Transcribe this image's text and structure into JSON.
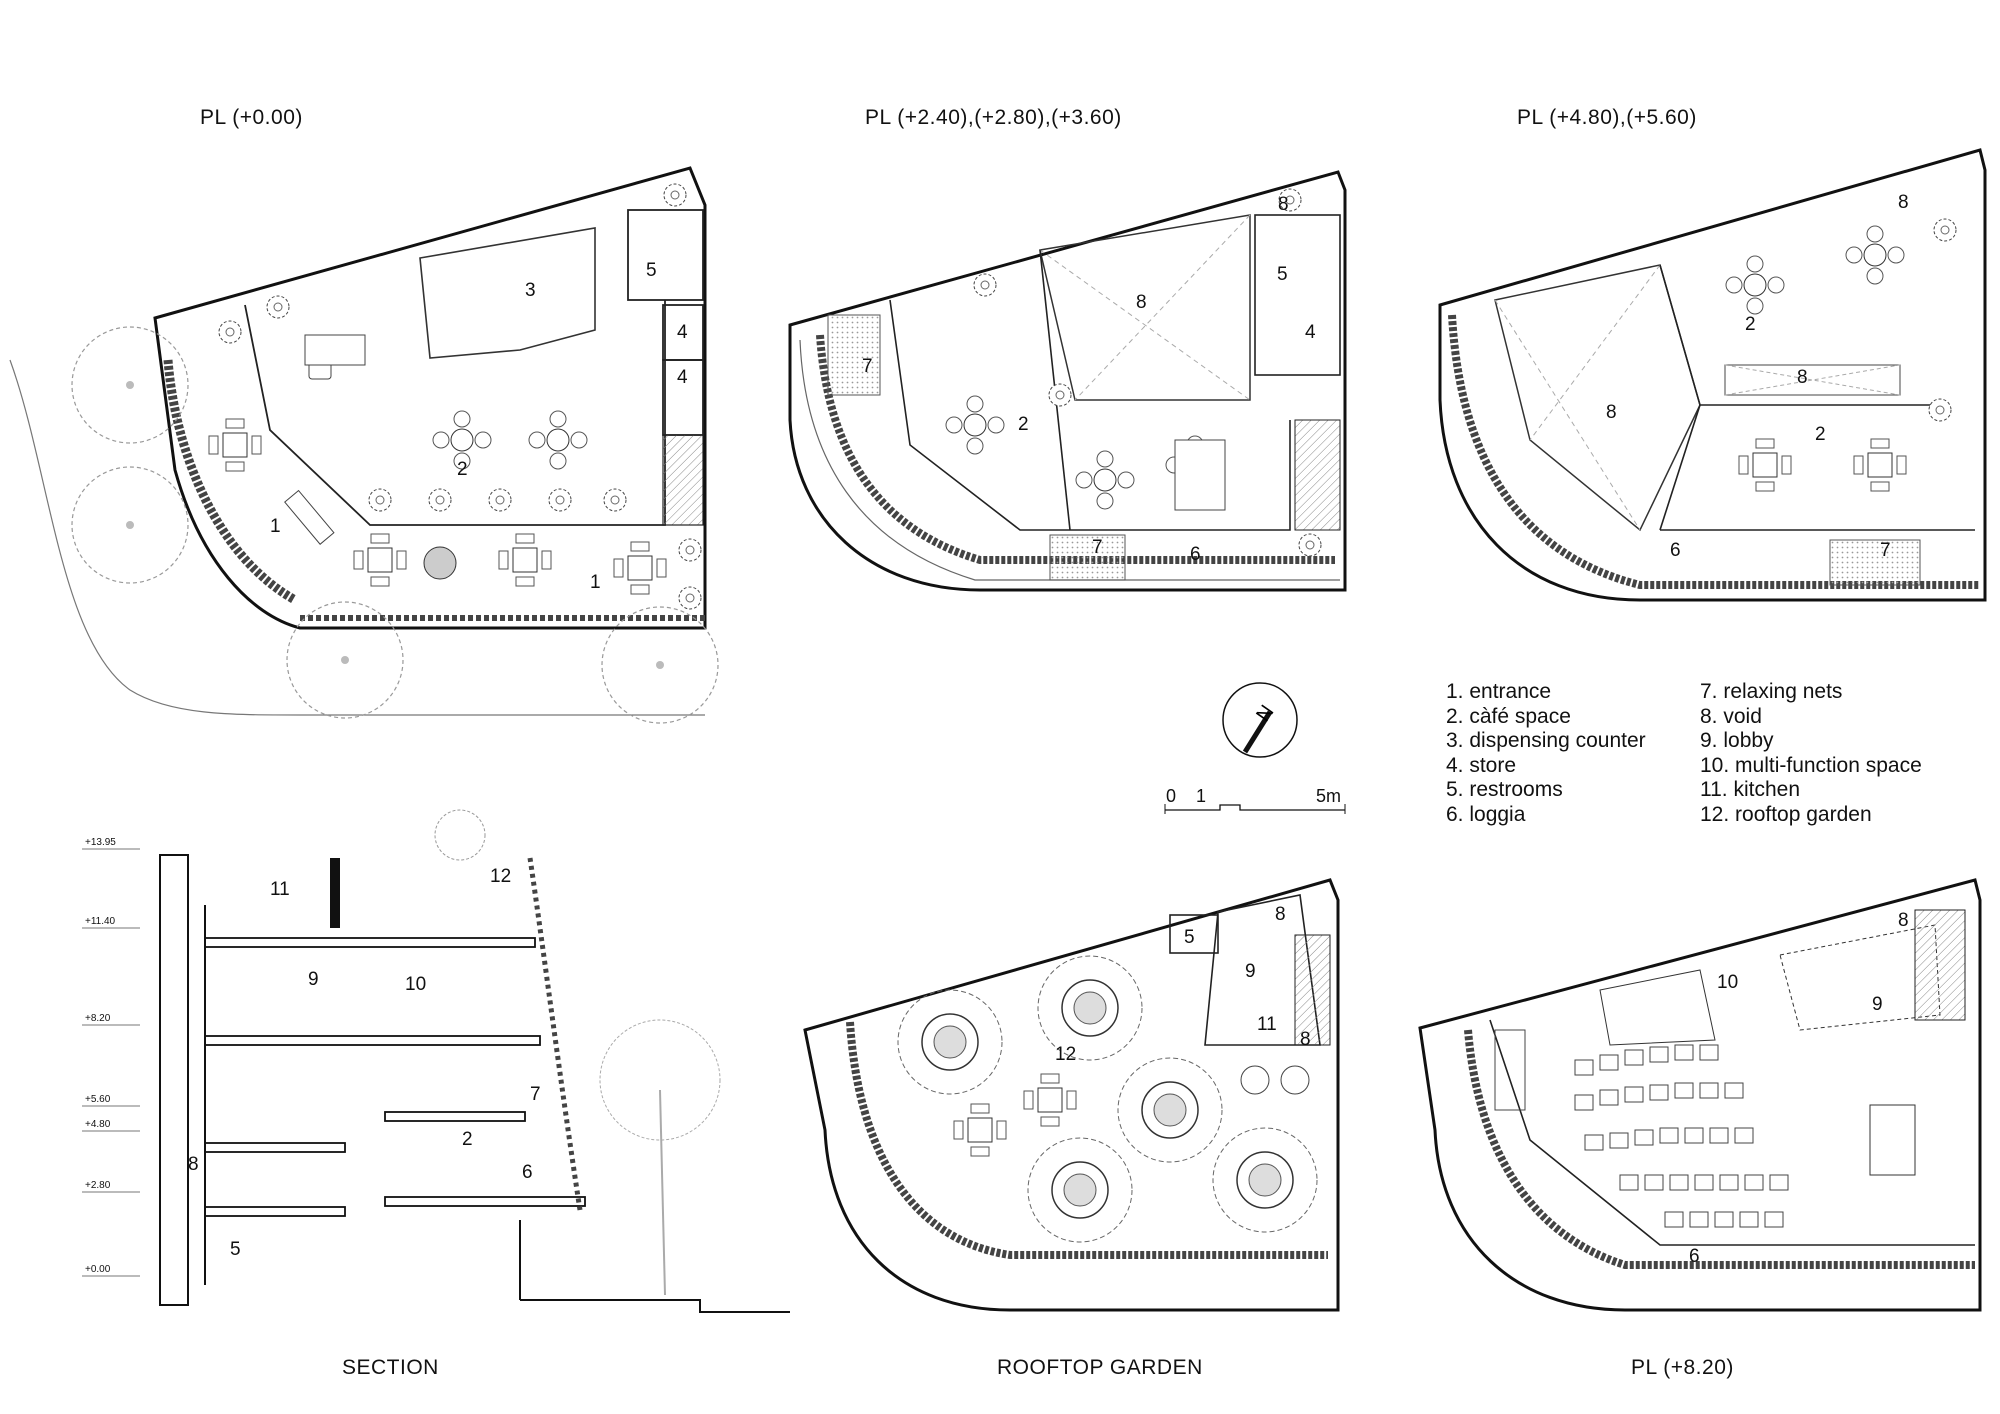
{
  "plans": {
    "ground": {
      "title": "PL (+0.00)"
    },
    "level2": {
      "title": "PL (+2.40),(+2.80),(+3.60)"
    },
    "level3": {
      "title": "PL (+4.80),(+5.60)"
    },
    "rooftop": {
      "title": "ROOFTOP GARDEN"
    },
    "level4": {
      "title": "PL (+8.20)"
    },
    "section": {
      "title": "SECTION"
    }
  },
  "legend": {
    "col1": [
      "1. entrance",
      "2. càfé space",
      "3. dispensing counter",
      "4. store",
      "5. restrooms",
      "6. loggia"
    ],
    "col2": [
      "7. relaxing nets",
      "8. void",
      "9. lobby",
      "10. multi-function space",
      "11. kitchen",
      "12. rooftop garden"
    ]
  },
  "scale_bar": {
    "labels": [
      "0",
      "1",
      "5m"
    ]
  },
  "north_arrow": {
    "label": "N",
    "icon": "north-arrow-icon"
  },
  "section_elevations": [
    "+13.95",
    "+11.40",
    "+8.20",
    "+5.60",
    "+4.80",
    "+2.80",
    "+0.00"
  ],
  "room_numbers": {
    "ground": [
      "1",
      "1",
      "2",
      "3",
      "4",
      "4",
      "5"
    ],
    "level2": [
      "2",
      "4",
      "5",
      "6",
      "7",
      "7",
      "8",
      "8"
    ],
    "level3": [
      "2",
      "2",
      "6",
      "7",
      "8",
      "8",
      "8"
    ],
    "rooftop": [
      "5",
      "8",
      "8",
      "9",
      "11",
      "12"
    ],
    "level4": [
      "6",
      "8",
      "9",
      "10"
    ],
    "section": [
      "2",
      "5",
      "6",
      "7",
      "8",
      "9",
      "10",
      "11",
      "12"
    ]
  }
}
